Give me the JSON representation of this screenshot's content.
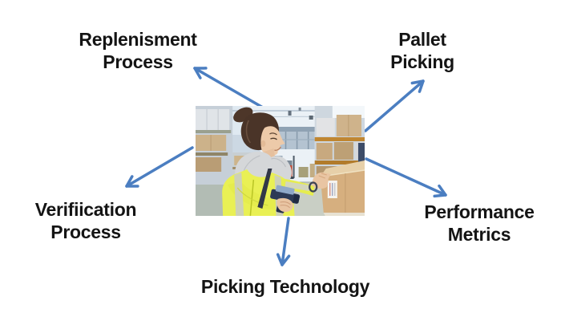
{
  "diagram": {
    "type": "spoke",
    "center_image": {
      "description": "Photo of a warehouse worker in a yellow hi-vis jacket scanning a cardboard box with a handheld barcode scanner in a warehouse aisle"
    },
    "nodes": [
      {
        "position": "top-left",
        "lines": [
          "Replenisment",
          "Process"
        ]
      },
      {
        "position": "top-right",
        "lines": [
          "Pallet",
          "Picking"
        ]
      },
      {
        "position": "left",
        "lines": [
          "Verifiication",
          "Process"
        ]
      },
      {
        "position": "right",
        "lines": [
          "Performance",
          "Metrics"
        ]
      },
      {
        "position": "bottom",
        "lines": [
          "Picking Technology"
        ]
      }
    ],
    "arrows": [
      {
        "from": "center-image",
        "to": "Replenisment Process",
        "direction": "up-left"
      },
      {
        "from": "center-image",
        "to": "Pallet Picking",
        "direction": "up-right"
      },
      {
        "from": "center-image",
        "to": "Verifiication Process",
        "direction": "down-left"
      },
      {
        "from": "center-image",
        "to": "Performance Metrics",
        "direction": "down-right"
      },
      {
        "from": "center-image",
        "to": "Picking Technology",
        "direction": "down"
      }
    ]
  },
  "colors": {
    "arrow": "#4B7EC1",
    "label_text": "#141414",
    "background": "#FFFFFF"
  }
}
